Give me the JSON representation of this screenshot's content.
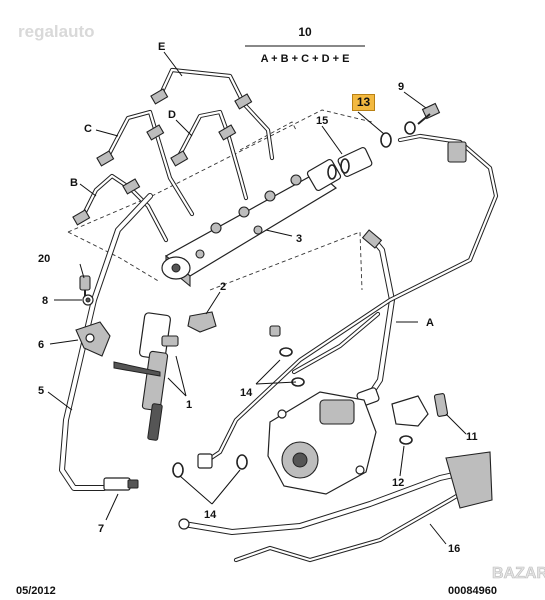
{
  "watermark": "regalauto",
  "header": {
    "assembly_number": "10",
    "assembly_formula": "A + B + C + D + E"
  },
  "highlight": {
    "label": "13",
    "color": "#f3b940"
  },
  "labels": {
    "a": "A",
    "b": "B",
    "c": "C",
    "d": "D",
    "e": "E",
    "n1": "1",
    "n2": "2",
    "n3": "3",
    "n5": "5",
    "n6": "6",
    "n7": "7",
    "n8": "8",
    "n9": "9",
    "n11": "11",
    "n12": "12",
    "n14a": "14",
    "n14b": "14",
    "n15": "15",
    "n16": "16",
    "n20": "20"
  },
  "footer": {
    "date": "05/2012",
    "doc_number": "00084960"
  },
  "corner_logo": {
    "text": "BAZAR"
  }
}
